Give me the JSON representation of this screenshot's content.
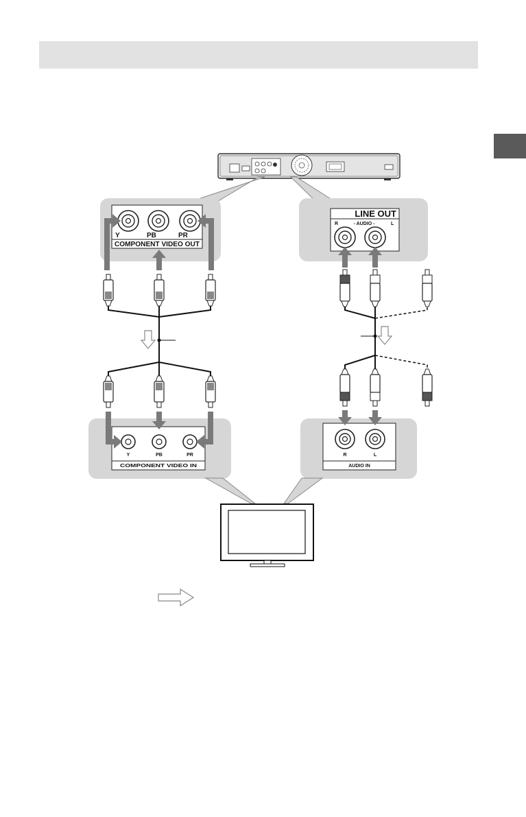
{
  "player_panel": {
    "component_out_label": "COMPONENT VIDEO OUT",
    "component_out_jacks": [
      "Y",
      "PB",
      "PR"
    ],
    "line_out_label": "LINE OUT",
    "audio_label": "- AUDIO -",
    "audio_out_jacks": [
      "R",
      "L"
    ]
  },
  "tv_panel": {
    "component_in_label": "COMPONENT VIDEO IN",
    "component_in_jacks": [
      "Y",
      "PB",
      "PR"
    ],
    "audio_in_label": "AUDIO IN",
    "audio_in_jacks": [
      "R",
      "L"
    ]
  },
  "colors": {
    "panel_bg": "#d6d6d6",
    "signal_arrow": "#7a7a7a",
    "title_bar": "#e2e2e2",
    "side_tab": "#5a5a5a"
  }
}
